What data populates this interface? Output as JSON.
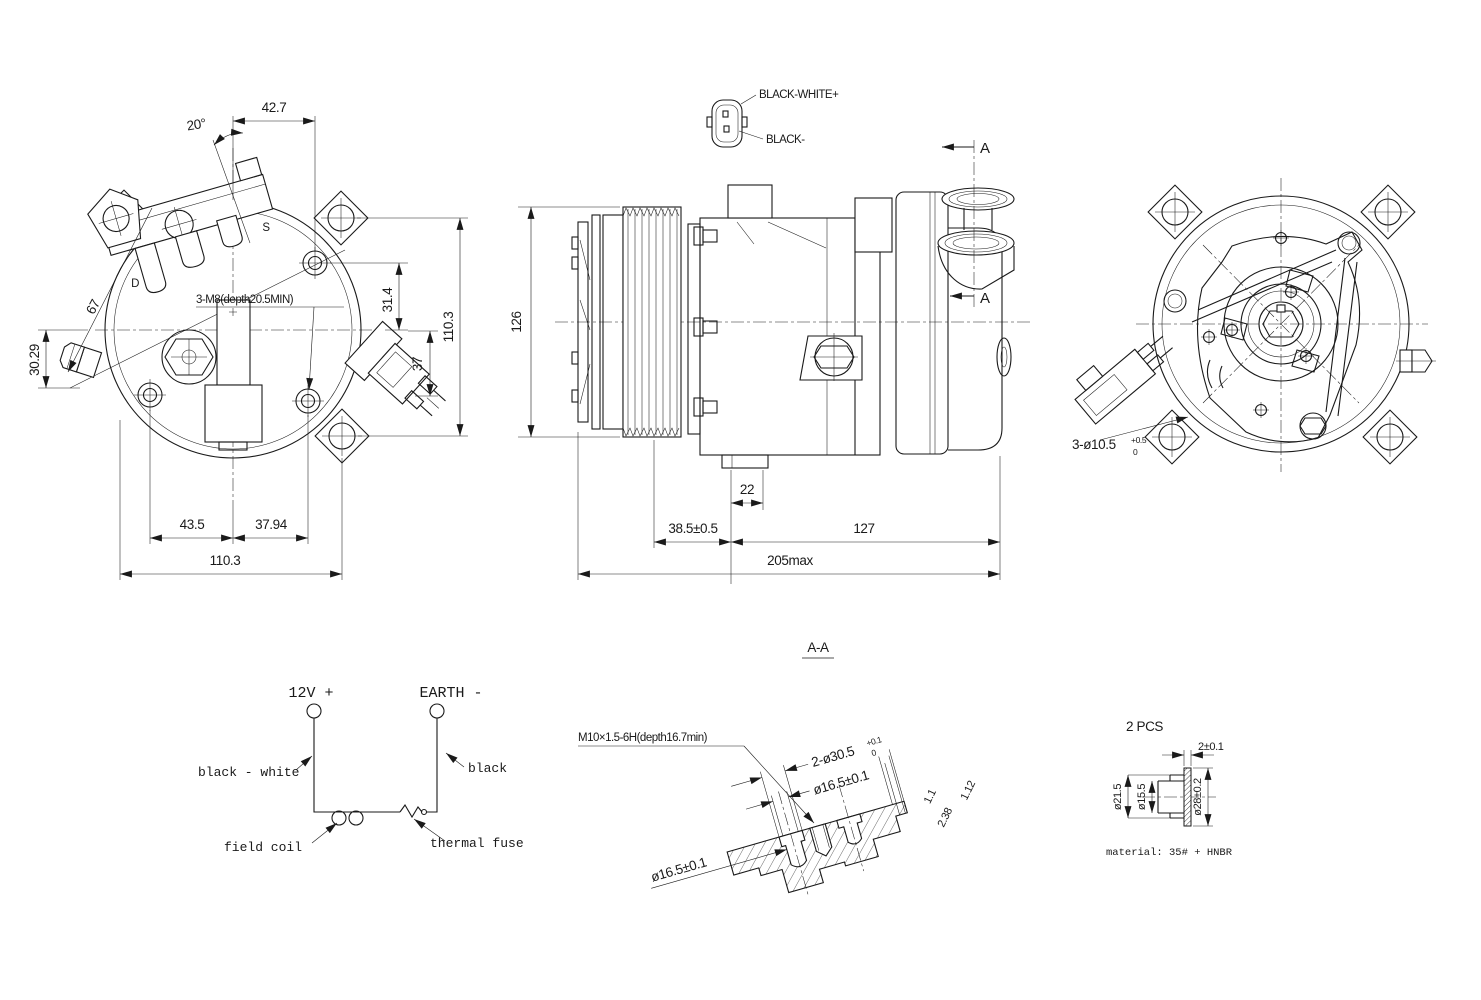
{
  "colors": {
    "ink": "#1a1a1a",
    "bg": "#ffffff"
  },
  "front_view": {
    "dim_angle": "20°",
    "dim_top_width": "42.7",
    "dim_hole_offset": "31.4",
    "dim_right_height": "110.3",
    "dim_connector": "37",
    "note_thread": "3-M8(depth20.5MIN)",
    "dim_side_angle_len": "67",
    "dim_left_offset": "30.29",
    "dim_bottom_left": "43.5",
    "dim_bottom_right": "37.94",
    "dim_bottom_total": "110.3",
    "label_suction": "S",
    "label_discharge": "D"
  },
  "side_view": {
    "label_pin_positive": "BLACK-WHITE+",
    "label_pin_negative": "BLACK-",
    "section_letter_top": "A",
    "section_letter_bottom": "A",
    "dim_pulley_dia": "126",
    "dim_lug": "22",
    "dim_front_face": "38.5±0.5",
    "dim_body": "127",
    "dim_overall": "205max"
  },
  "rear_view": {
    "note_holes": "3-ø10.5",
    "note_holes_tol_upper": "+0.5",
    "note_holes_tol_lower": "0"
  },
  "wiring": {
    "terminal_positive": "12V +",
    "terminal_negative": "EARTH -",
    "label_wire_positive": "black - white",
    "label_wire_negative": "black",
    "label_coil": "field coil",
    "label_fuse": "thermal fuse"
  },
  "section_view": {
    "title": "A-A",
    "note_thread": "M10×1.5-6H(depth16.7min)",
    "dim_counterbore": "2-ø30.5",
    "dim_counterbore_tol_upper": "+0.1",
    "dim_counterbore_tol_lower": "0",
    "dim_port_upper": "ø16.5±0.1",
    "dim_port_lower": "ø16.5±0.1",
    "dim_step_a": "1.1",
    "dim_step_b": "2.38",
    "dim_step_c": "1.12"
  },
  "seal_detail": {
    "title_qty": "2 PCS",
    "dim_thickness": "2±0.1",
    "dim_sleeve_od": "ø21.5",
    "dim_bore": "ø15.5",
    "dim_plate_od": "ø28±0.2",
    "note_material": "material: 35# + HNBR"
  }
}
